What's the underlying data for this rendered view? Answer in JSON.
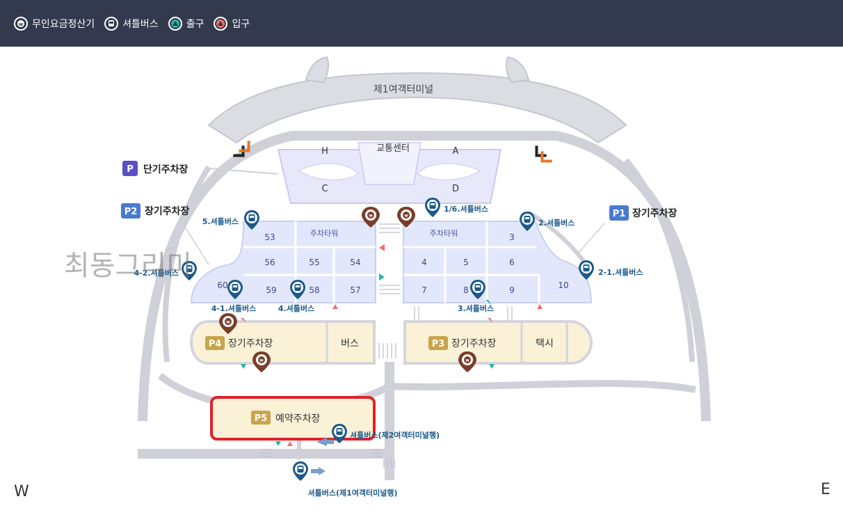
{
  "legend": {
    "items": [
      {
        "label": "무인요금정산기",
        "icon": "payment-machine-icon"
      },
      {
        "label": "셔틀버스",
        "icon": "shuttle-bus-icon"
      },
      {
        "label": "출구",
        "icon": "exit-icon"
      },
      {
        "label": "입구",
        "icon": "entrance-icon"
      }
    ]
  },
  "colors": {
    "header_bg": "#333a4d",
    "road": "#cfd0d8",
    "parking_blue": "#e3e7fb",
    "parking_yellow": "#faf1d7",
    "p_purple": "#5b4fc7",
    "p_blue": "#4a7ad0",
    "p_gold": "#c9a44a",
    "shuttle_pin": "#1b5a8a",
    "payment_pin": "#7a3e2b",
    "exit_teal": "#1fb8a8",
    "entrance_red": "#f0706a",
    "highlight_red": "#e0202a"
  },
  "map": {
    "terminal": "제1여객터미널",
    "transport_center": "교통센터",
    "zones": {
      "h": "H",
      "a": "A",
      "c": "C",
      "d": "D"
    },
    "short_term": {
      "badge": "P",
      "label": "단기주차장"
    },
    "p1": {
      "badge": "P1",
      "label": "장기주차장"
    },
    "p2": {
      "badge": "P2",
      "label": "장기주차장"
    },
    "p3": {
      "badge": "P3",
      "label": "장기주차장"
    },
    "p4": {
      "badge": "P4",
      "label": "장기주차장"
    },
    "p5": {
      "badge": "P5",
      "label": "예약주차장"
    },
    "parking_tower_left": "주차타워",
    "parking_tower_right": "주차타워",
    "bus": "버스",
    "taxi": "택시",
    "blocks": {
      "b53": "53",
      "b3": "3",
      "b56": "56",
      "b55": "55",
      "b54": "54",
      "b4": "4",
      "b5": "5",
      "b6": "6",
      "b60": "60",
      "b59": "59",
      "b58": "58",
      "b57": "57",
      "b7": "7",
      "b8": "8",
      "b9": "9",
      "b10": "10"
    },
    "shuttles": {
      "s5": "5.셔틀버스",
      "s16": "1/6.셔틀버스",
      "s2": "2.셔틀버스",
      "s42": "4-2.셔틀버스",
      "s21": "2-1.셔틀버스",
      "s41": "4-1.셔틀버스",
      "s4": "4.셔틀버스",
      "s3": "3.셔틀버스",
      "to_t2": "셔틀버스(제2여객터미널행)",
      "to_t1": "셔틀버스(제1여객터미널행)"
    },
    "watermark": "최동그리미",
    "west": "W",
    "east": "E"
  }
}
